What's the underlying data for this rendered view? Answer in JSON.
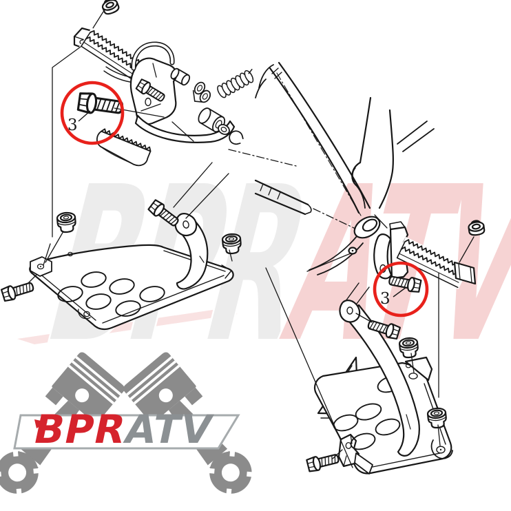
{
  "watermark": {
    "bpr": "BPR",
    "atv": "ATV",
    "bpr_color": "#ececec",
    "atv_color": "#f6d3d3",
    "band_color": "#f9e2e2"
  },
  "logo": {
    "bpr": "BPR",
    "atv": "ATV",
    "bpr_color": "#d5232c",
    "atv_color": "#8b9093",
    "piston_color": "#8b8b8b",
    "banner_border_color": "#a6abad",
    "arrow_color": "#d5232c"
  },
  "diagram": {
    "stroke_color": "#171717",
    "callout_color": "#e8211b",
    "callouts": [
      {
        "label": "3"
      },
      {
        "label": "3"
      }
    ]
  }
}
